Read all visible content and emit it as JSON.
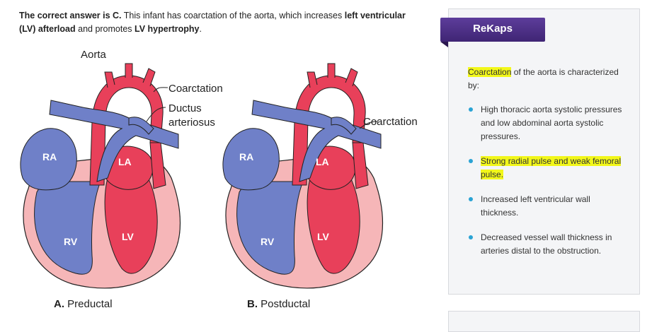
{
  "explanation": {
    "lead": "The correct answer is C.",
    "t1": " This infant has coarctation of the aorta, which increases ",
    "b1": "left ventricular (LV) afterload",
    "t2": " and promotes ",
    "b2": "LV hypertrophy",
    "t3": "."
  },
  "figure_a": {
    "aorta": "Aorta",
    "coarctation": "Coarctation",
    "ductus1": "Ductus",
    "ductus2": "arteriosus",
    "ra": "RA",
    "la": "LA",
    "rv": "RV",
    "lv": "LV",
    "caption_letter": "A.",
    "caption_text": " Preductal"
  },
  "figure_b": {
    "coarctation": "Coarctation",
    "ra": "RA",
    "la": "LA",
    "rv": "RV",
    "lv": "LV",
    "caption_letter": "B.",
    "caption_text": " Postductal"
  },
  "rekaps": {
    "title": "ReKaps",
    "intro_highlight": "Coarctation",
    "intro_rest": " of the aorta is characterized by:",
    "items": [
      {
        "text": "High thoracic aorta systolic pressures and low abdominal aorta systolic pressures.",
        "highlight": false
      },
      {
        "text": "Strong radial pulse and weak femoral pulse.",
        "highlight": true
      },
      {
        "text": "Increased left ventricular wall thickness.",
        "highlight": false
      },
      {
        "text": "Decreased vessel wall thickness in arteries distal to the obstruction.",
        "highlight": false
      }
    ]
  },
  "colors": {
    "red": "#e8405a",
    "red_light": "#f6b6b8",
    "blue": "#6f80c8",
    "purple": "#4a2d86",
    "bullet": "#2aa3d4",
    "highlight": "#f2f71a"
  }
}
